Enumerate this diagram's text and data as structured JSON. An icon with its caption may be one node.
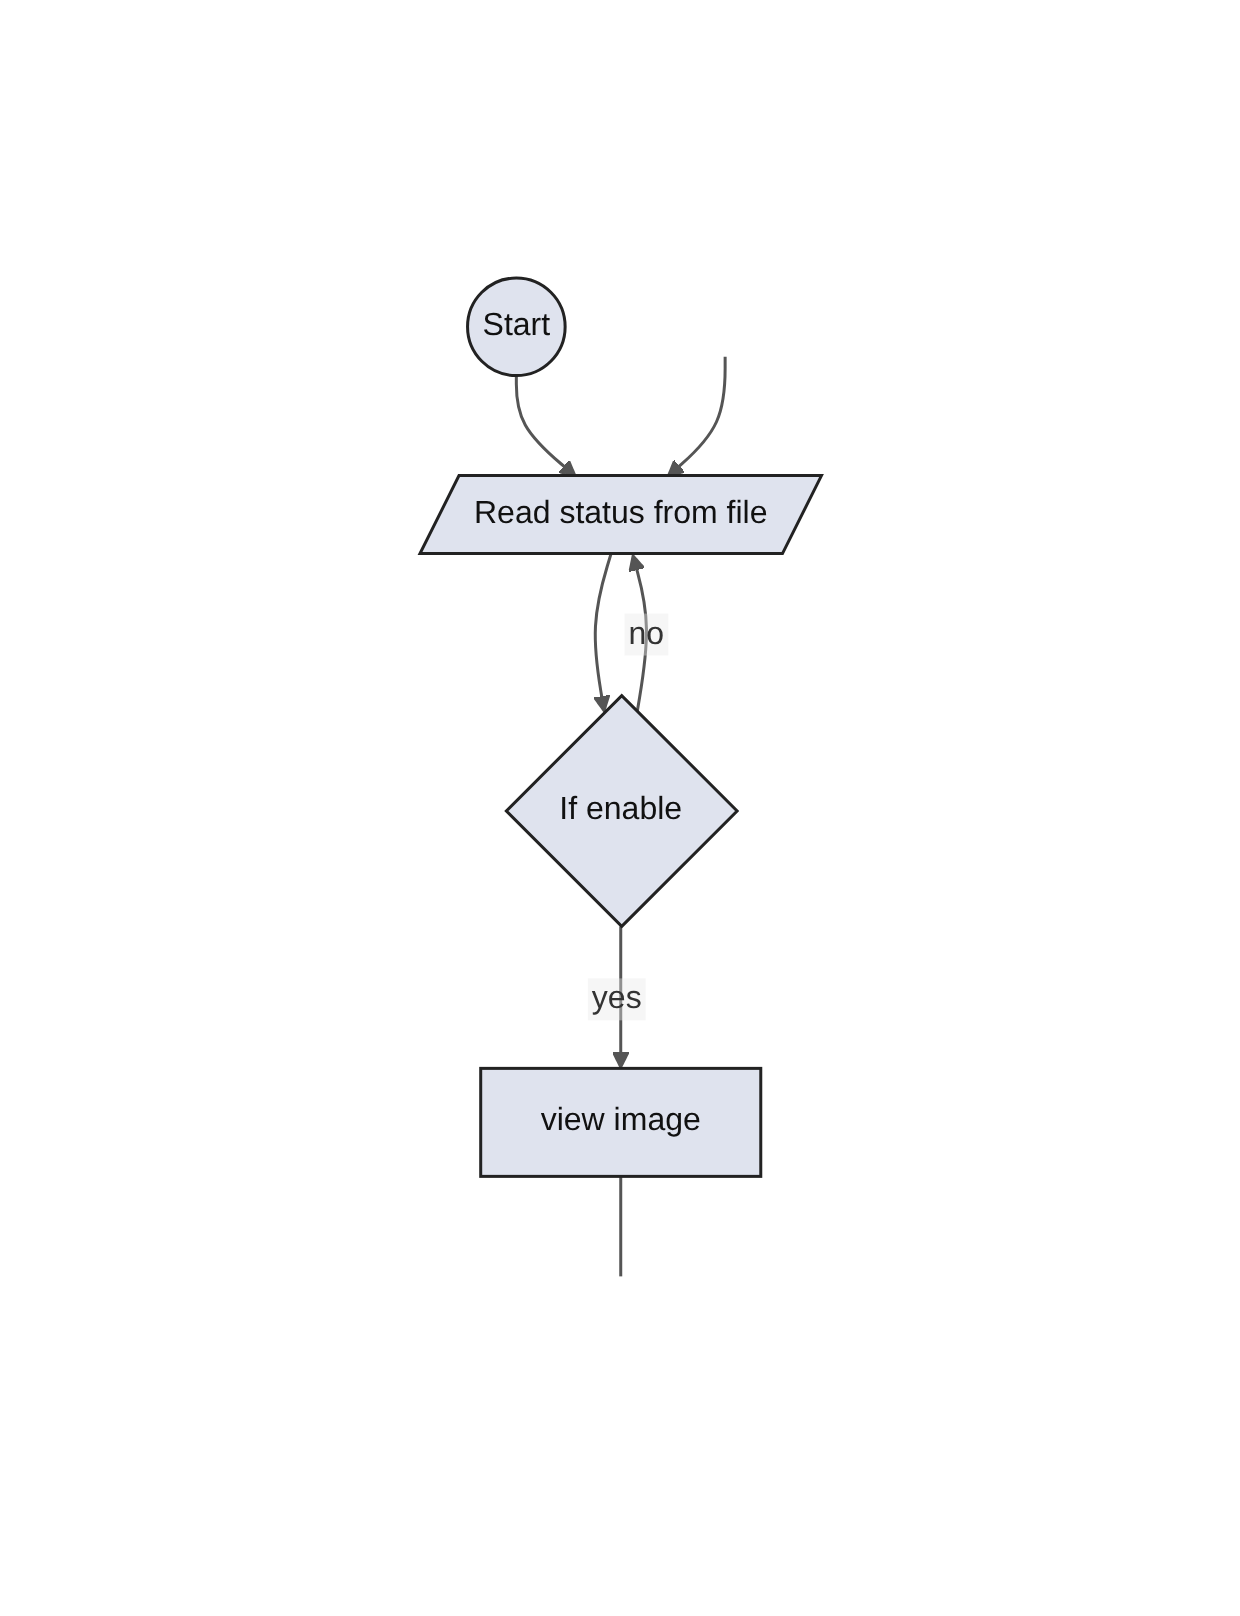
{
  "diagram": {
    "nodes": [
      {
        "text": [
          "Start"
        ]
      },
      {
        "text": [
          "Read status from file"
        ]
      },
      {
        "text": [
          "If enable"
        ]
      },
      {
        "text": [
          "view image"
        ]
      }
    ],
    "edges": [
      {
        "from": 0,
        "to": 1,
        "arrow": "to"
      },
      {
        "from": 2,
        "to": 1,
        "label": "no",
        "arrow": "to"
      },
      {
        "from": null,
        "to": 1,
        "arrow": "to"
      },
      {
        "from": 1,
        "to": 2,
        "arrow": "to"
      },
      {
        "from": 2,
        "to": 3,
        "label": "yes",
        "arrow": "to"
      },
      {
        "from": 3,
        "to": null,
        "arrow": "none"
      }
    ]
  }
}
